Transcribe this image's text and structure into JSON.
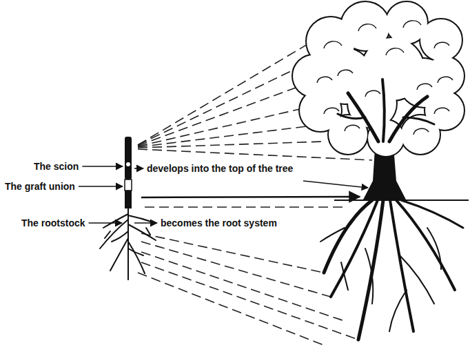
{
  "diagram": {
    "labels": [
      "The scion",
      "develops into the top of the tree",
      "The graft union",
      "The rootstock",
      "becomes the root system"
    ]
  }
}
